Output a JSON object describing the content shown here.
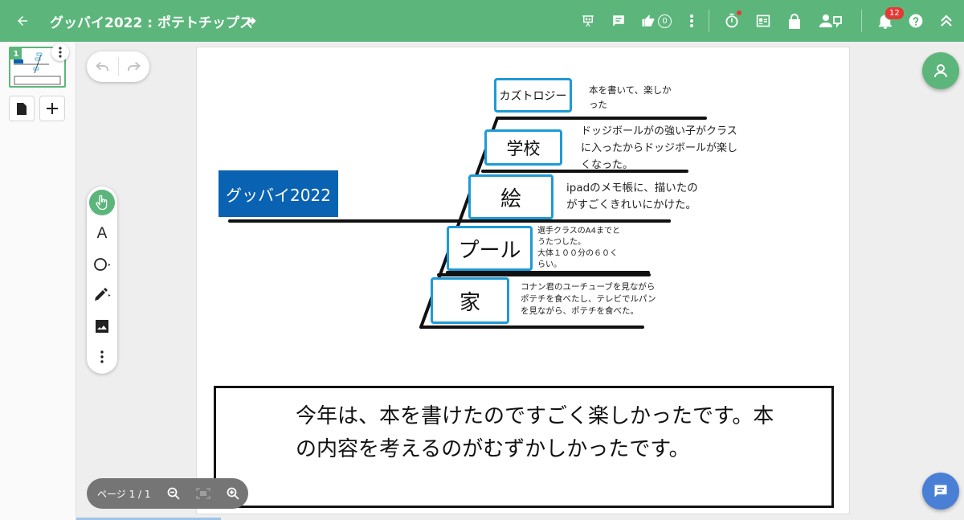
{
  "header": {
    "title": "グッバイ2022 : ポテトチップス",
    "like_count": "0",
    "notification_count": "12"
  },
  "sidebar": {
    "page_number": "1"
  },
  "pager": {
    "label": "ページ 1 / 1"
  },
  "board": {
    "center_label": "グッバイ2022",
    "branches": [
      {
        "label": "カズトロジー",
        "note": "本を書いて、楽しか\nった"
      },
      {
        "label": "学校",
        "note": "ドッジボールがの強い子がクラス\nに入ったからドッジボールが楽し\nくなった。"
      },
      {
        "label": "絵",
        "note": "ipadのメモ帳に、描いたの\nがすごくきれいにかけた。"
      },
      {
        "label": "プール",
        "note": "選手クラスのA4までと\nうたつした。\n大体１００分の６０く\nらい。"
      },
      {
        "label": "家",
        "note": "コナン君のユーチューブを見ながら\nポテチを食べたし、テレビでルパン\nを見ながら、ポテチを食べた。"
      }
    ],
    "reflection": "今年は、本を書けたのですごく楽しかったです。本の内容を考えるのがむずかしかったです。"
  },
  "colors": {
    "brand_green": "#5cb67b",
    "tag_border": "#1e9ad6",
    "center_fill": "#0a62b3",
    "badge_red": "#e53935",
    "chat_blue": "#4a7fd6"
  },
  "icons": {
    "back": "arrow-left-icon",
    "share": "share-arrow-icon",
    "present": "presentation-icon",
    "comment": "comment-icon",
    "like": "thumbs-up-icon",
    "more": "more-vert-icon",
    "timer": "timer-icon",
    "badge": "id-badge-icon",
    "lock": "lock-icon",
    "people": "people-icon",
    "notifications": "bell-icon",
    "help": "help-icon",
    "collapse": "chevron-up-double-icon"
  }
}
